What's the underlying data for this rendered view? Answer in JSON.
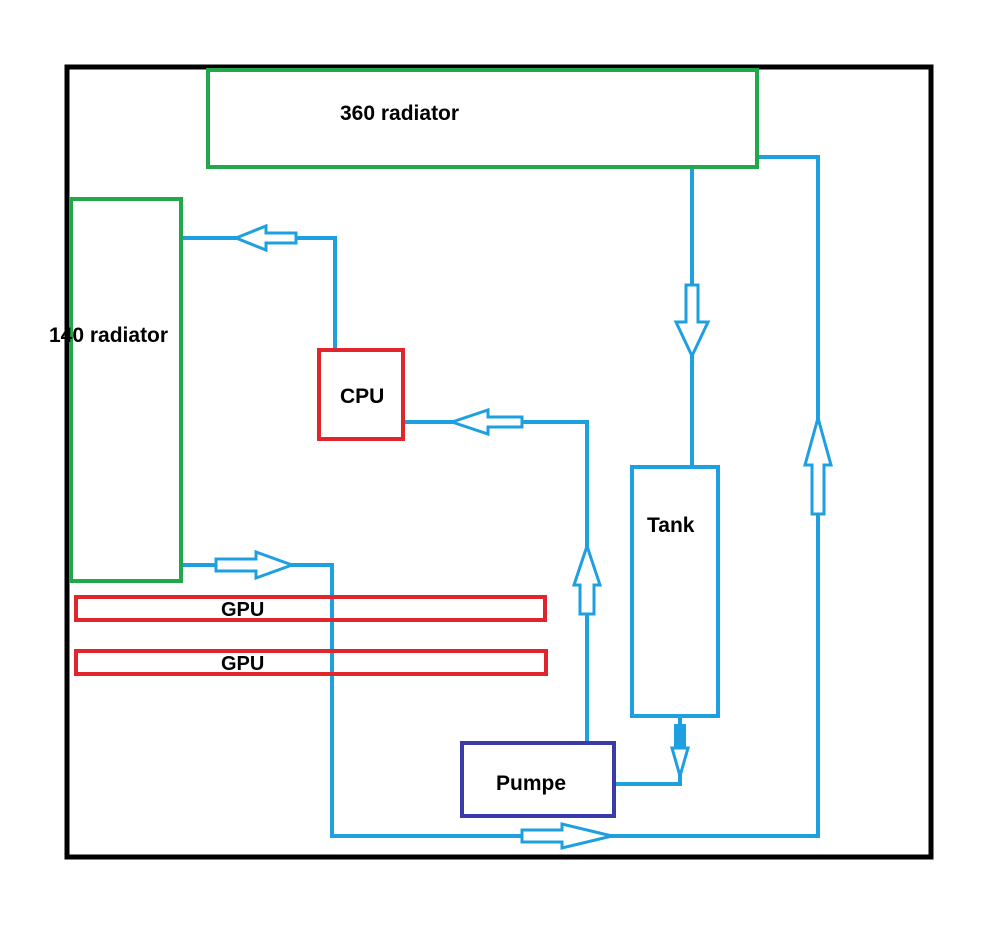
{
  "components": {
    "rad360": {
      "label": "360 radiator"
    },
    "rad140": {
      "label": "140 radiator"
    },
    "cpu": {
      "label": "CPU"
    },
    "tank": {
      "label": "Tank"
    },
    "gpu1": {
      "label": "GPU"
    },
    "gpu2": {
      "label": "GPU"
    },
    "pump": {
      "label": "Pumpe"
    }
  },
  "colors": {
    "case": "#000000",
    "radiator": "#22a84a",
    "gpu_cpu": "#e0262b",
    "pump": "#3a3aa8",
    "pipe": "#1ea0e0",
    "tank": "#1ea0e0"
  }
}
